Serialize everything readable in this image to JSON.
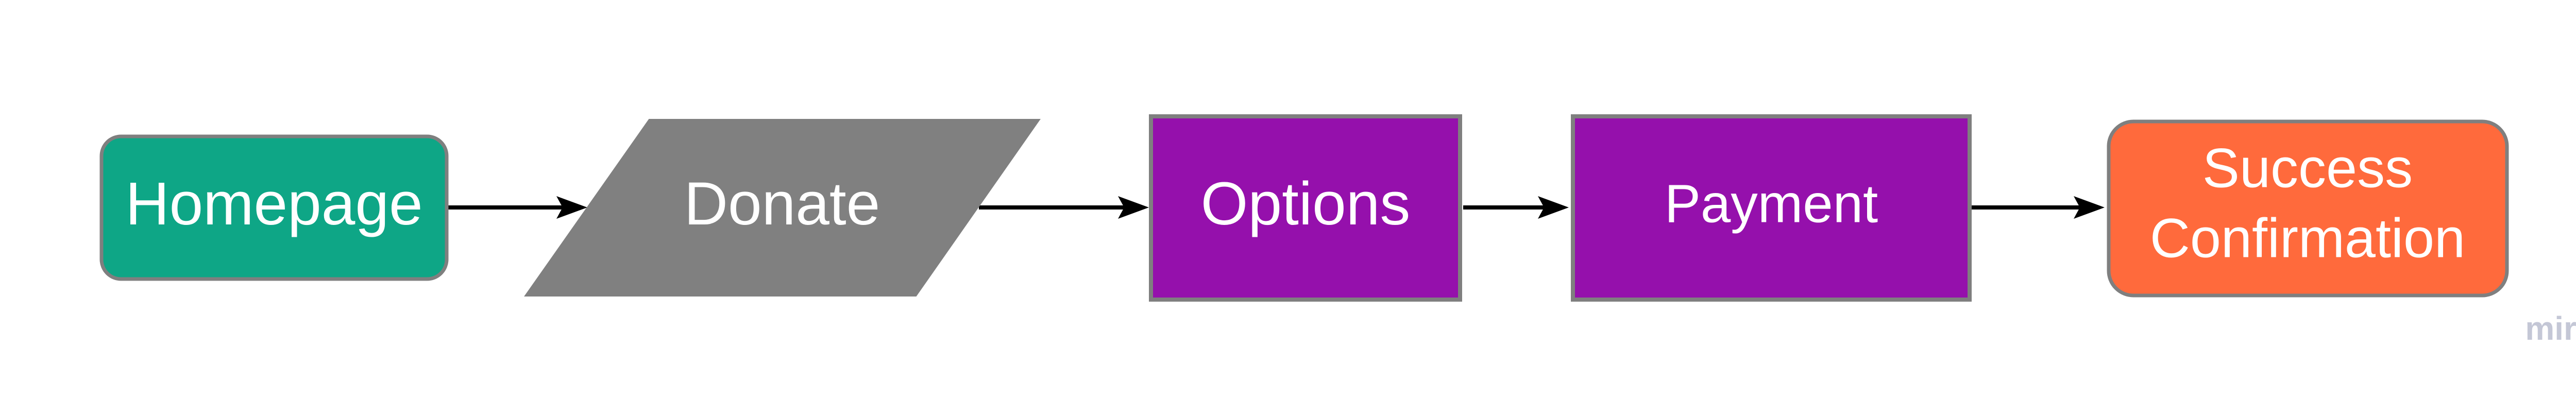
{
  "diagram": {
    "type": "flowchart",
    "nodes": [
      {
        "id": "homepage",
        "shape": "rounded-rectangle",
        "label": "Homepage",
        "fill": "#0EA686",
        "stroke": "#7F7F7F"
      },
      {
        "id": "donate",
        "shape": "parallelogram",
        "label": "Donate",
        "fill": "#808080",
        "stroke": "#808080"
      },
      {
        "id": "options",
        "shape": "rectangle",
        "label": "Options",
        "fill": "#9510AC",
        "stroke": "#7F7F7F"
      },
      {
        "id": "payment",
        "shape": "rectangle",
        "label": "Payment",
        "fill": "#9510AC",
        "stroke": "#7F7F7F"
      },
      {
        "id": "success",
        "shape": "rounded-rectangle",
        "label_lines": [
          "Success",
          "Confirmation"
        ],
        "fill": "#FF6A3C",
        "stroke": "#7F7F7F"
      }
    ],
    "edges": [
      {
        "from": "homepage",
        "to": "donate"
      },
      {
        "from": "donate",
        "to": "options"
      },
      {
        "from": "options",
        "to": "payment"
      },
      {
        "from": "payment",
        "to": "success"
      }
    ],
    "watermark": "miro"
  }
}
